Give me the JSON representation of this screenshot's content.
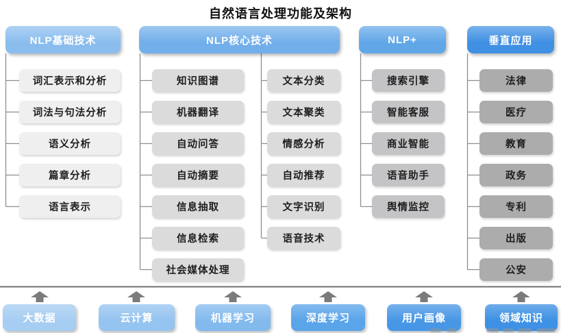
{
  "title": "自然语言处理功能及架构",
  "columns": [
    {
      "header": "NLP基础技术",
      "header_color": "#8ABDEE",
      "item_color": "#EFEFEF",
      "items": [
        "词汇表示和分析",
        "词法与句法分析",
        "语义分析",
        "篇章分析",
        "语言表示"
      ]
    },
    {
      "header": "NLP核心技术",
      "header_color": "#72AFEA",
      "item_color": "#DBDBDC",
      "items_left": [
        "知识图谱",
        "机器翻译",
        "自动问答",
        "自动摘要",
        "信息抽取",
        "信息检索",
        "社会媒体处理"
      ],
      "items_right": [
        "文本分类",
        "文本聚类",
        "情感分析",
        "自动推荐",
        "文字识别",
        "语音技术"
      ]
    },
    {
      "header": "NLP+",
      "header_color": "#61A7E8",
      "item_color": "#C4C4C6",
      "items": [
        "搜索引擎",
        "智能客服",
        "商业智能",
        "语音助手",
        "舆情监控"
      ]
    },
    {
      "header": "垂直应用",
      "header_color": "#4090E3",
      "item_color": "#ACACAD",
      "items": [
        "法律",
        "医疗",
        "教育",
        "政务",
        "专利",
        "出版",
        "公安"
      ]
    }
  ],
  "foundation": [
    {
      "label": "大数据",
      "color": "#A6CDF2"
    },
    {
      "label": "云计算",
      "color": "#95C4F0"
    },
    {
      "label": "机器学习",
      "color": "#83BAEE"
    },
    {
      "label": "深度学习",
      "color": "#5AA4E9"
    },
    {
      "label": "用户画像",
      "color": "#4897E6"
    },
    {
      "label": "领域知识",
      "color": "#3E91E4"
    }
  ],
  "connector_color": "#8e8e8e",
  "divider_color": "#6f6f6f",
  "arrow_color": "#7b7b7b"
}
